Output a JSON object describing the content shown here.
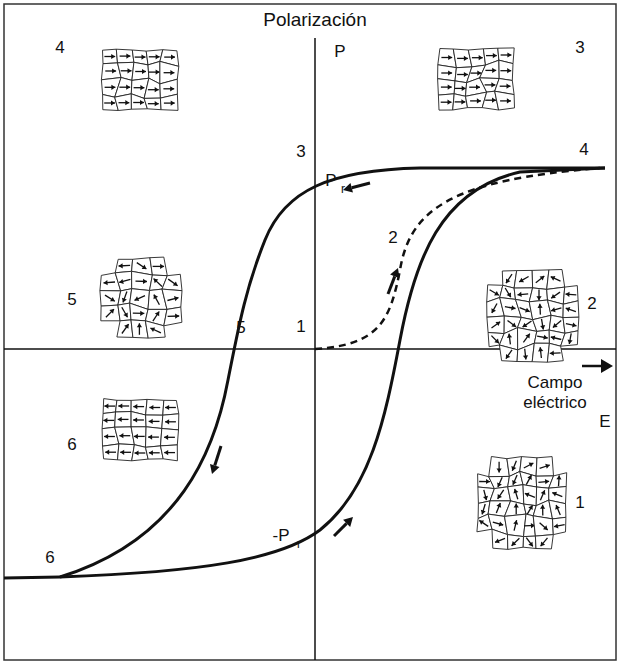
{
  "diagram": {
    "title": "Polarización",
    "labels": [
      "4",
      "P",
      "3",
      "3",
      "4",
      "P",
      "r",
      "2",
      "5",
      "2",
      "1",
      "5",
      "Campo eléctrico",
      "E",
      "6",
      "1",
      "-P",
      "r",
      "6"
    ]
  }
}
